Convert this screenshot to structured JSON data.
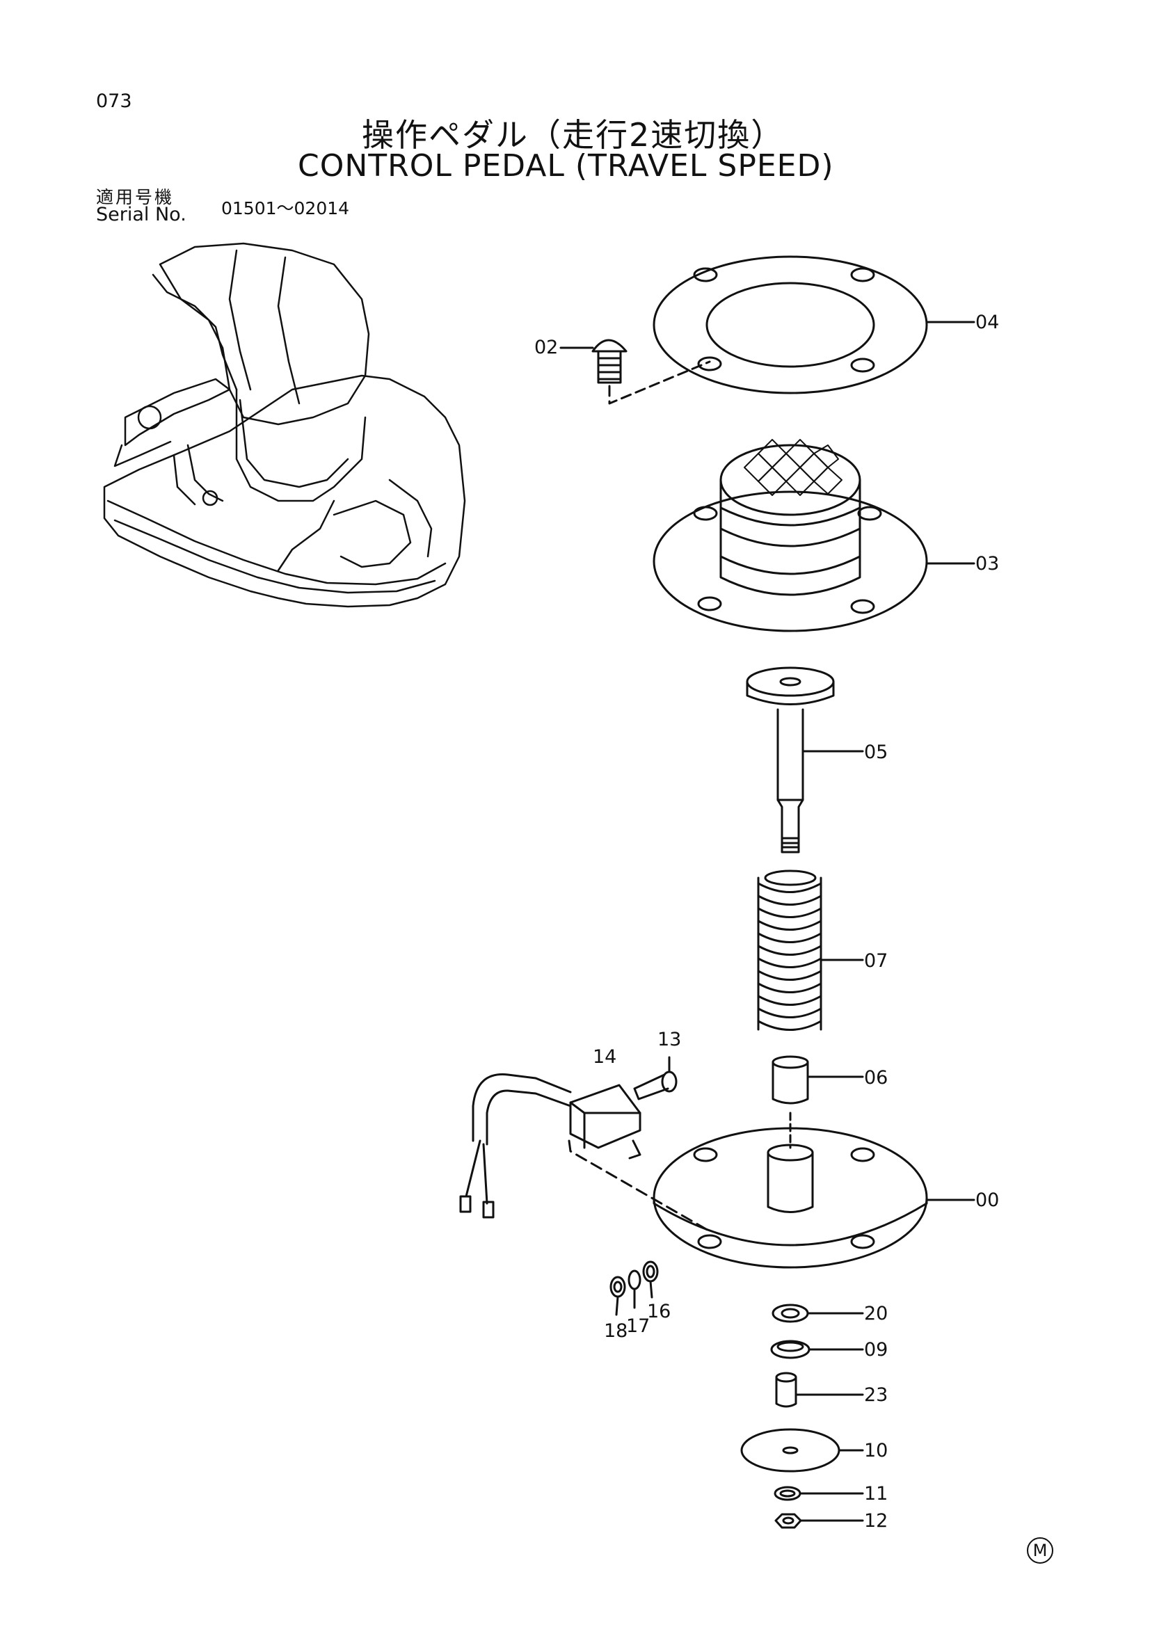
{
  "page_number": "073",
  "title_jp": "操作ペダル（走行2速切換）",
  "title_en": "CONTROL PEDAL (TRAVEL SPEED)",
  "serial": {
    "label_jp": "適用号機",
    "label_en": "Serial No.",
    "range": "01501～02014"
  },
  "parts": [
    {
      "id": "00"
    },
    {
      "id": "02"
    },
    {
      "id": "03"
    },
    {
      "id": "04"
    },
    {
      "id": "05"
    },
    {
      "id": "06"
    },
    {
      "id": "07"
    },
    {
      "id": "09"
    },
    {
      "id": "10"
    },
    {
      "id": "11"
    },
    {
      "id": "12"
    },
    {
      "id": "13"
    },
    {
      "id": "14"
    },
    {
      "id": "16"
    },
    {
      "id": "17"
    },
    {
      "id": "18"
    },
    {
      "id": "20"
    },
    {
      "id": "23"
    }
  ],
  "mark": "M"
}
